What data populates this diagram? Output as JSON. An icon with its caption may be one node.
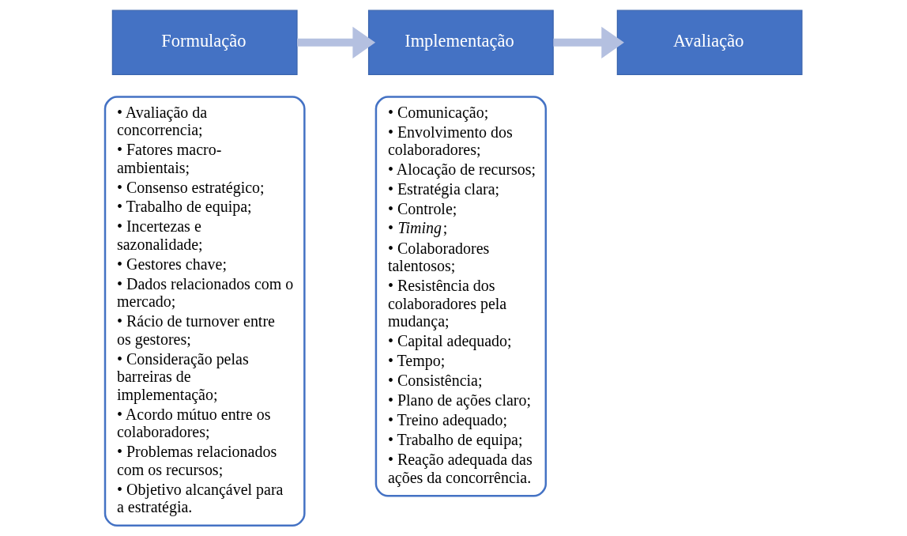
{
  "diagram": {
    "nodes": [
      {
        "text": [
          "Formulação"
        ]
      },
      {
        "text": [
          "• Avaliação da concorrencia;",
          "• Fatores macro-ambientais;",
          "• Consenso estratégico;",
          "• Trabalho de equipa;",
          "• Incertezas e sazonalidade;",
          "• Gestores chave;",
          "• Dados relacionados com o mercado;",
          "• Rácio de turnover entre os gestores;",
          "• Consideração pelas barreiras de implementação;",
          "• Acordo mútuo entre os colaboradores;",
          "• Problemas relacionados com os recursos;",
          "• Objetivo alcançável para a estratégia."
        ]
      },
      {
        "text": [
          "Implementação"
        ]
      },
      {
        "text": [
          "• Comunicação;",
          "• Envolvimento dos colaboradores;",
          "• Alocação de recursos;",
          "• Estratégia clara;",
          "• Controle;",
          "• *Timing*;",
          "• Colaboradores talentosos;",
          "• Resistência dos colaboradores pela mudança;",
          "• Capital adequado;",
          "• Tempo;",
          "• Consistência;",
          "• Plano de ações claro;",
          "• Treino adequado;",
          "• Trabalho de equipa;",
          "• Reação adequada das ações da concorrência."
        ]
      },
      {
        "text": [
          "Avaliação"
        ]
      }
    ],
    "edges": [
      {
        "from": 0,
        "to": 2,
        "arrow": "to",
        "color": "#b4c0e0"
      },
      {
        "from": 2,
        "to": 4,
        "arrow": "to",
        "color": "#b4c0e0"
      }
    ]
  }
}
